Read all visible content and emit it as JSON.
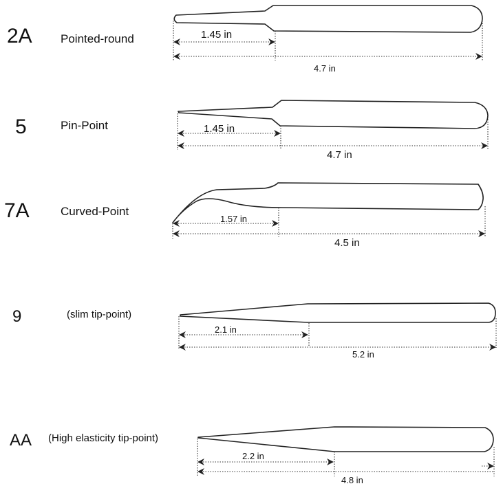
{
  "tweezers": [
    {
      "code": "2A",
      "name": "Pointed-round",
      "tip_length": "1.45 in",
      "total_length": "4.7 in"
    },
    {
      "code": "5",
      "name": "Pin-Point",
      "tip_length": "1.45 in",
      "total_length": "4.7 in"
    },
    {
      "code": "7A",
      "name": "Curved-Point",
      "tip_length": "1.57 in",
      "total_length": "4.5 in"
    },
    {
      "code": "9",
      "name": "(slim tip-point)",
      "tip_length": "2.1 in",
      "total_length": "5.2 in"
    },
    {
      "code": "AA",
      "name": "(High elasticity tip-point)",
      "tip_length": "2.2 in",
      "total_length": "4.8 in"
    }
  ]
}
